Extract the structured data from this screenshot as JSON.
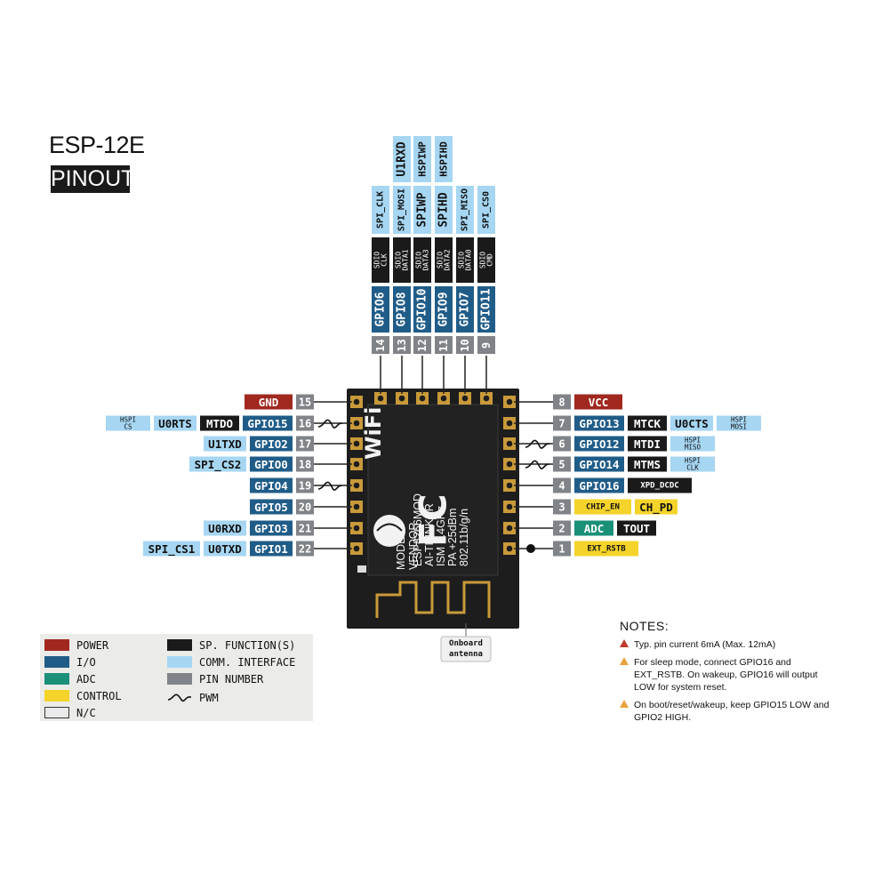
{
  "header": {
    "title": "ESP-12E",
    "subtitle": "PINOUT"
  },
  "colors": {
    "power": "#a0281f",
    "io": "#205c88",
    "adc": "#1a9079",
    "control": "#f4d32a",
    "special": "#1a1a1a",
    "comm": "#a6d6f2",
    "pin": "#808387",
    "nc": "#eaeaea"
  },
  "chip": {
    "lines": [
      "ESP8266MOD",
      "AI-THINKER",
      "ISM 2.4GHz",
      "PA +25dBm",
      "802.11b/g/n"
    ],
    "side_labels": [
      "MODEL",
      "VENDOR"
    ],
    "wifi_logo": "WiFi",
    "fcc_logo": "FC",
    "antenna_label": [
      "Onboard",
      "antenna"
    ]
  },
  "top_pins": [
    {
      "pin": "14",
      "gpio": "GPIO6",
      "sdio": [
        "SDIO",
        "CLK"
      ],
      "comm": "SPI_CLK",
      "extra": ""
    },
    {
      "pin": "13",
      "gpio": "GPIO8",
      "sdio": [
        "SDIO",
        "DATA1"
      ],
      "comm": "SPI_MOSI",
      "extra": "U1RXD"
    },
    {
      "pin": "12",
      "gpio": "GPIO10",
      "sdio": [
        "SDIO",
        "DATA3"
      ],
      "comm": "SPIWP",
      "extra": "HSPIWP"
    },
    {
      "pin": "11",
      "gpio": "GPIO9",
      "sdio": [
        "SDIO",
        "DATA2"
      ],
      "comm": "SPIHD",
      "extra": "HSPIHD"
    },
    {
      "pin": "10",
      "gpio": "GPIO7",
      "sdio": [
        "SDIO",
        "DATA0"
      ],
      "comm": "SPI_MISO",
      "extra": ""
    },
    {
      "pin": "9",
      "gpio": "GPIO11",
      "sdio": [
        "SDIO",
        "CMD"
      ],
      "comm": "SPI_CS0",
      "extra": ""
    }
  ],
  "left_pins": [
    {
      "pin": "15",
      "pwm": false,
      "labels": [
        {
          "t": "GND",
          "k": "power"
        }
      ]
    },
    {
      "pin": "16",
      "pwm": true,
      "labels": [
        {
          "t": "GPIO15",
          "k": "io"
        },
        {
          "t": "MTDO",
          "k": "special"
        },
        {
          "t": "U0RTS",
          "k": "comm"
        },
        {
          "t": [
            "HSPI",
            "CS"
          ],
          "k": "comm"
        }
      ]
    },
    {
      "pin": "17",
      "pwm": false,
      "labels": [
        {
          "t": "GPIO2",
          "k": "io"
        },
        {
          "t": "U1TXD",
          "k": "comm"
        }
      ]
    },
    {
      "pin": "18",
      "pwm": false,
      "labels": [
        {
          "t": "GPIO0",
          "k": "io"
        },
        {
          "t": "SPI_CS2",
          "k": "comm"
        }
      ]
    },
    {
      "pin": "19",
      "pwm": true,
      "labels": [
        {
          "t": "GPIO4",
          "k": "io"
        }
      ]
    },
    {
      "pin": "20",
      "pwm": false,
      "labels": [
        {
          "t": "GPIO5",
          "k": "io"
        }
      ]
    },
    {
      "pin": "21",
      "pwm": false,
      "labels": [
        {
          "t": "GPIO3",
          "k": "io"
        },
        {
          "t": "U0RXD",
          "k": "comm"
        }
      ]
    },
    {
      "pin": "22",
      "pwm": false,
      "labels": [
        {
          "t": "GPIO1",
          "k": "io"
        },
        {
          "t": "U0TXD",
          "k": "comm"
        },
        {
          "t": "SPI_CS1",
          "k": "comm"
        }
      ]
    }
  ],
  "right_pins": [
    {
      "pin": "8",
      "pwm": false,
      "labels": [
        {
          "t": "VCC",
          "k": "power"
        }
      ]
    },
    {
      "pin": "7",
      "pwm": false,
      "labels": [
        {
          "t": "GPIO13",
          "k": "io"
        },
        {
          "t": "MTCK",
          "k": "special"
        },
        {
          "t": "U0CTS",
          "k": "comm"
        },
        {
          "t": [
            "HSPI",
            "MOSI"
          ],
          "k": "comm"
        }
      ]
    },
    {
      "pin": "6",
      "pwm": true,
      "labels": [
        {
          "t": "GPIO12",
          "k": "io"
        },
        {
          "t": "MTDI",
          "k": "special"
        },
        {
          "t": [
            "HSPI",
            "MISO"
          ],
          "k": "comm"
        }
      ]
    },
    {
      "pin": "5",
      "pwm": true,
      "labels": [
        {
          "t": "GPIO14",
          "k": "io"
        },
        {
          "t": "MTMS",
          "k": "special"
        },
        {
          "t": [
            "HSPI",
            "CLK"
          ],
          "k": "comm"
        }
      ]
    },
    {
      "pin": "4",
      "pwm": false,
      "labels": [
        {
          "t": "GPIO16",
          "k": "io"
        },
        {
          "t": "XPD_DCDC",
          "k": "special"
        }
      ]
    },
    {
      "pin": "3",
      "pwm": false,
      "labels": [
        {
          "t": "CHIP_EN",
          "k": "control"
        },
        {
          "t": "CH_PD",
          "k": "control"
        }
      ]
    },
    {
      "pin": "2",
      "pwm": false,
      "labels": [
        {
          "t": "ADC",
          "k": "adc"
        },
        {
          "t": "TOUT",
          "k": "special"
        }
      ]
    },
    {
      "pin": "1",
      "pwm": false,
      "labels": [
        {
          "t": "EXT_RSTB",
          "k": "control"
        }
      ]
    }
  ],
  "legend": [
    {
      "label": "POWER",
      "color": "#a0281f"
    },
    {
      "label": "I/O",
      "color": "#205c88"
    },
    {
      "label": "ADC",
      "color": "#1a9079"
    },
    {
      "label": "CONTROL",
      "color": "#f4d32a"
    },
    {
      "label": "N/C",
      "color": "#eaeaea"
    },
    {
      "label": "SP. FUNCTION(S)",
      "color": "#1a1a1a"
    },
    {
      "label": "COMM. INTERFACE",
      "color": "#a6d6f2"
    },
    {
      "label": "PIN NUMBER",
      "color": "#808387"
    },
    {
      "label": "PWM",
      "color": "pwm"
    }
  ],
  "notes": {
    "title": "NOTES:",
    "items": [
      {
        "text": "Typ. pin current 6mA (Max. 12mA)",
        "icon": "red-warning-icon"
      },
      {
        "text": "For sleep mode, connect GPIO16 and EXT_RSTB. On wakeup, GPIO16 will output LOW for system reset.",
        "icon": "orange-warning-icon"
      },
      {
        "text": "On boot/reset/wakeup, keep GPIO15 LOW and GPIO2 HIGH.",
        "icon": "orange-warning-icon"
      }
    ]
  }
}
